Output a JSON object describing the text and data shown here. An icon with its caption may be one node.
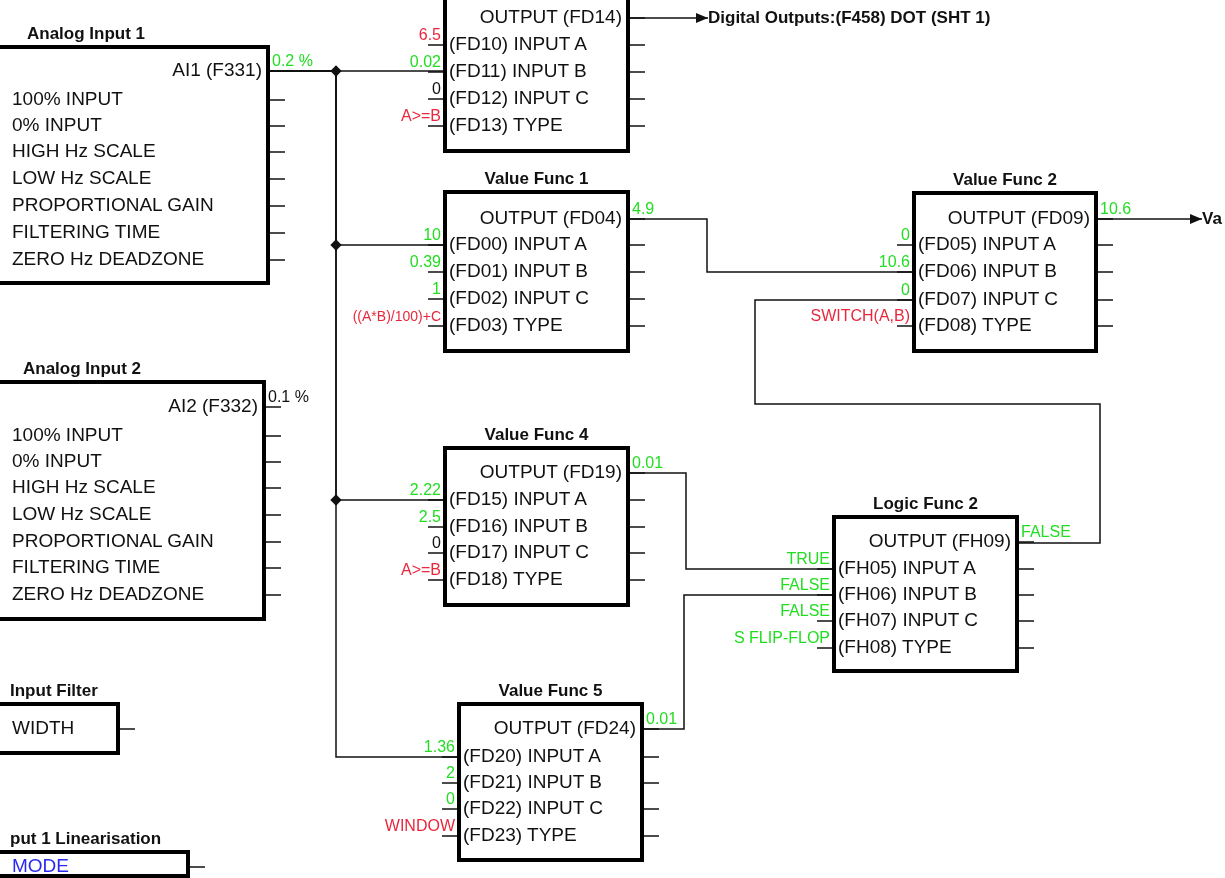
{
  "diagram": {
    "nodes": [
      {
        "text": [
          "Analog Input 1",
          "AI1 (F331)",
          "100% INPUT",
          "0% INPUT",
          "HIGH Hz SCALE",
          "LOW Hz SCALE",
          "PROPORTIONAL GAIN",
          "FILTERING TIME",
          "ZERO Hz DEADZONE"
        ],
        "beside": [
          "0.2 %"
        ]
      },
      {
        "text": [
          "OUTPUT (FD14)",
          "(FD10) INPUT A",
          "(FD11) INPUT B",
          "(FD12) INPUT C",
          "(FD13) TYPE"
        ],
        "beside": [
          "6.5",
          "0.02",
          "0",
          "A>=B"
        ]
      },
      {
        "text": [
          "Value Func 1",
          "OUTPUT (FD04)",
          "(FD00) INPUT A",
          "(FD01) INPUT B",
          "(FD02) INPUT C",
          "(FD03) TYPE"
        ],
        "beside": [
          "4.9",
          "10",
          "0.39",
          "1",
          "((A*B)/100)+C"
        ]
      },
      {
        "text": [
          "Value Func 2",
          "OUTPUT (FD09)",
          "(FD05) INPUT A",
          "(FD06) INPUT B",
          "(FD07) INPUT C",
          "(FD08) TYPE"
        ],
        "beside": [
          "10.6",
          "0",
          "10.6",
          "0",
          "SWITCH(A,B)"
        ]
      },
      {
        "text": [
          "Analog Input 2",
          "AI2 (F332)",
          "100% INPUT",
          "0% INPUT",
          "HIGH Hz SCALE",
          "LOW Hz SCALE",
          "PROPORTIONAL GAIN",
          "FILTERING TIME",
          "ZERO Hz DEADZONE"
        ],
        "beside": [
          "0.1 %"
        ]
      },
      {
        "text": [
          "Value Func 4",
          "OUTPUT (FD19)",
          "(FD15) INPUT A",
          "(FD16) INPUT B",
          "(FD17) INPUT C",
          "(FD18) TYPE"
        ],
        "beside": [
          "0.01",
          "2.22",
          "2.5",
          "0",
          "A>=B"
        ]
      },
      {
        "text": [
          "Logic Func 2",
          "OUTPUT (FH09)",
          "(FH05) INPUT A",
          "(FH06) INPUT B",
          "(FH07) INPUT C",
          "(FH08) TYPE"
        ],
        "beside": [
          "FALSE",
          "TRUE",
          "FALSE",
          "FALSE",
          "S FLIP-FLOP"
        ]
      },
      {
        "text": [
          "Input Filter",
          "WIDTH"
        ]
      },
      {
        "text": [
          "Value Func 5",
          "OUTPUT (FD24)",
          "(FD20) INPUT A",
          "(FD21) INPUT B",
          "(FD22) INPUT C",
          "(FD23) TYPE"
        ],
        "beside": [
          "0.01",
          "1.36",
          "2",
          "0",
          "WINDOW"
        ]
      },
      {
        "text": [
          "put 1 Linearisation",
          "MODE"
        ]
      },
      {
        "text": [
          "Digital Outputs:(F458) DOT (SHT 1)"
        ]
      },
      {
        "text": [
          "Va"
        ]
      }
    ],
    "edges": [
      {
        "from": 0,
        "to": 1,
        "arrow": "none"
      },
      {
        "from": 0,
        "to": 2,
        "arrow": "none"
      },
      {
        "from": 0,
        "to": 5,
        "arrow": "none"
      },
      {
        "from": 0,
        "to": 8,
        "arrow": "none"
      },
      {
        "from": 1,
        "to": 10,
        "arrow": "to"
      },
      {
        "from": 2,
        "to": 3,
        "arrow": "none"
      },
      {
        "from": 3,
        "to": 11,
        "arrow": "to"
      },
      {
        "from": 5,
        "to": 6,
        "arrow": "none"
      },
      {
        "from": 8,
        "to": 6,
        "arrow": "none"
      },
      {
        "from": 6,
        "to": 3,
        "arrow": "none"
      }
    ]
  }
}
